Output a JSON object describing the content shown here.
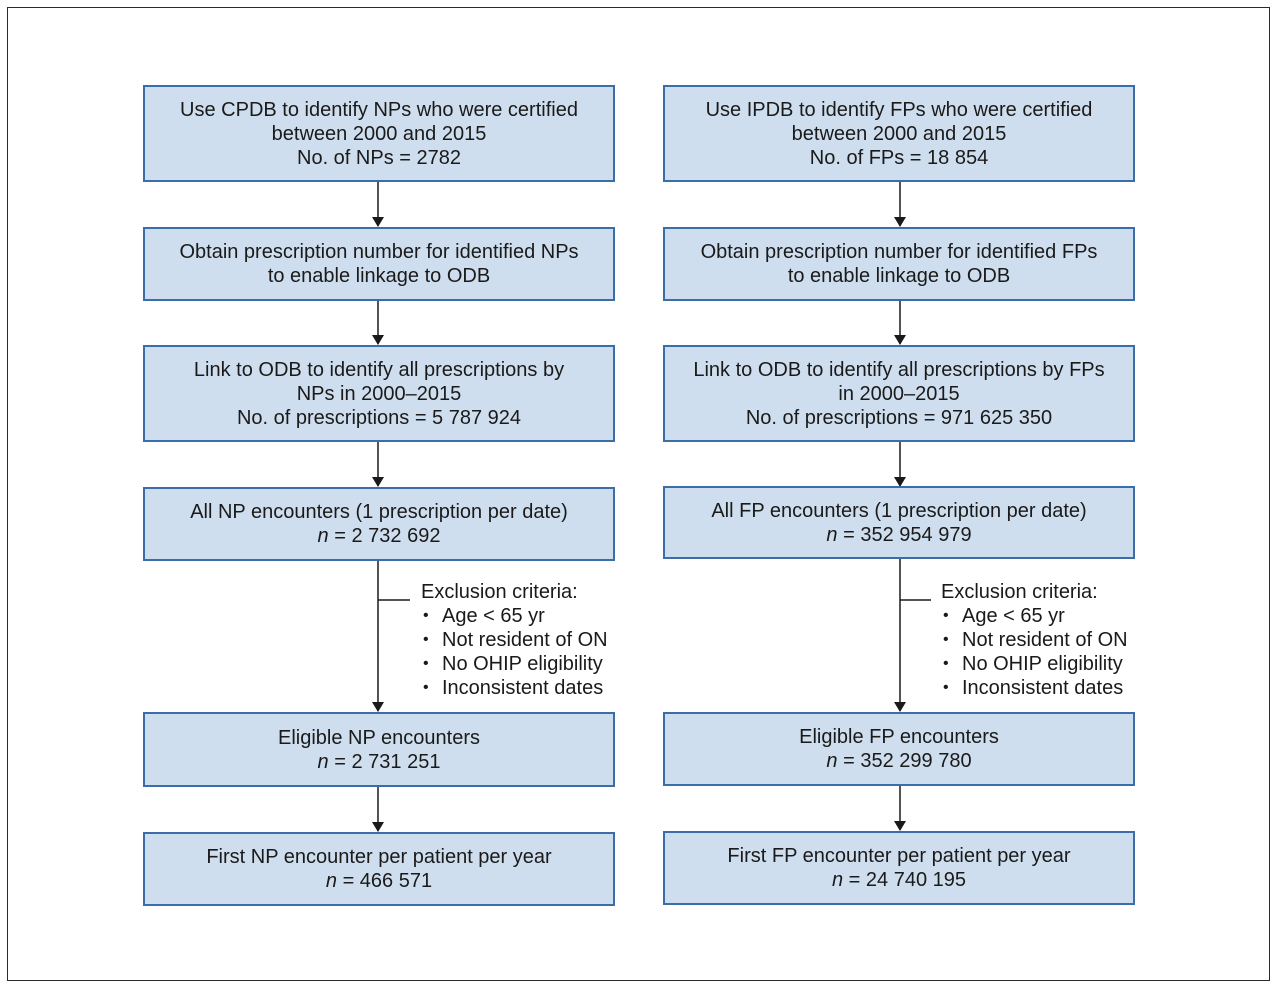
{
  "left": {
    "boxes": [
      {
        "lines": [
          "Use CPDB to identify NPs who were certified",
          "between 2000 and 2015",
          "No. of NPs = 2782"
        ]
      },
      {
        "lines": [
          "Obtain prescription number for identified NPs",
          "to enable linkage to ODB"
        ]
      },
      {
        "lines": [
          "Link to ODB to identify all prescriptions by",
          "NPs in 2000–2015",
          "No. of prescriptions = 5 787 924"
        ]
      },
      {
        "lines": [
          "All NP encounters (1 prescription per date)"
        ],
        "n_label": "n",
        "n_value": " = 2 732 692"
      },
      {
        "lines": [
          "Eligible NP encounters"
        ],
        "n_label": "n",
        "n_value": " = 2 731 251"
      },
      {
        "lines": [
          "First NP encounter per patient per year"
        ],
        "n_label": "n",
        "n_value": " = 466 571"
      }
    ]
  },
  "right": {
    "boxes": [
      {
        "lines": [
          "Use IPDB to identify FPs who were certified",
          "between 2000 and 2015",
          "No. of FPs = 18 854"
        ]
      },
      {
        "lines": [
          "Obtain prescription number for identified FPs",
          "to enable linkage to ODB"
        ]
      },
      {
        "lines": [
          "Link to ODB to identify all prescriptions by FPs",
          "in 2000–2015",
          "No. of prescriptions = 971 625 350"
        ]
      },
      {
        "lines": [
          "All FP encounters (1 prescription per date)"
        ],
        "n_label": "n",
        "n_value": " = 352 954 979"
      },
      {
        "lines": [
          "Eligible FP encounters"
        ],
        "n_label": "n",
        "n_value": " = 352 299 780"
      },
      {
        "lines": [
          "First FP encounter per patient per year"
        ],
        "n_label": "n",
        "n_value": " = 24 740 195"
      }
    ]
  },
  "exclusion": {
    "header": "Exclusion criteria:",
    "items": [
      "Age < 65 yr",
      "Not resident of ON",
      "No OHIP eligibility",
      "Inconsistent dates"
    ]
  },
  "colors": {
    "box_fill": "#cfdeee",
    "box_border": "#3b6ea8",
    "line": "#1a1a1a"
  }
}
